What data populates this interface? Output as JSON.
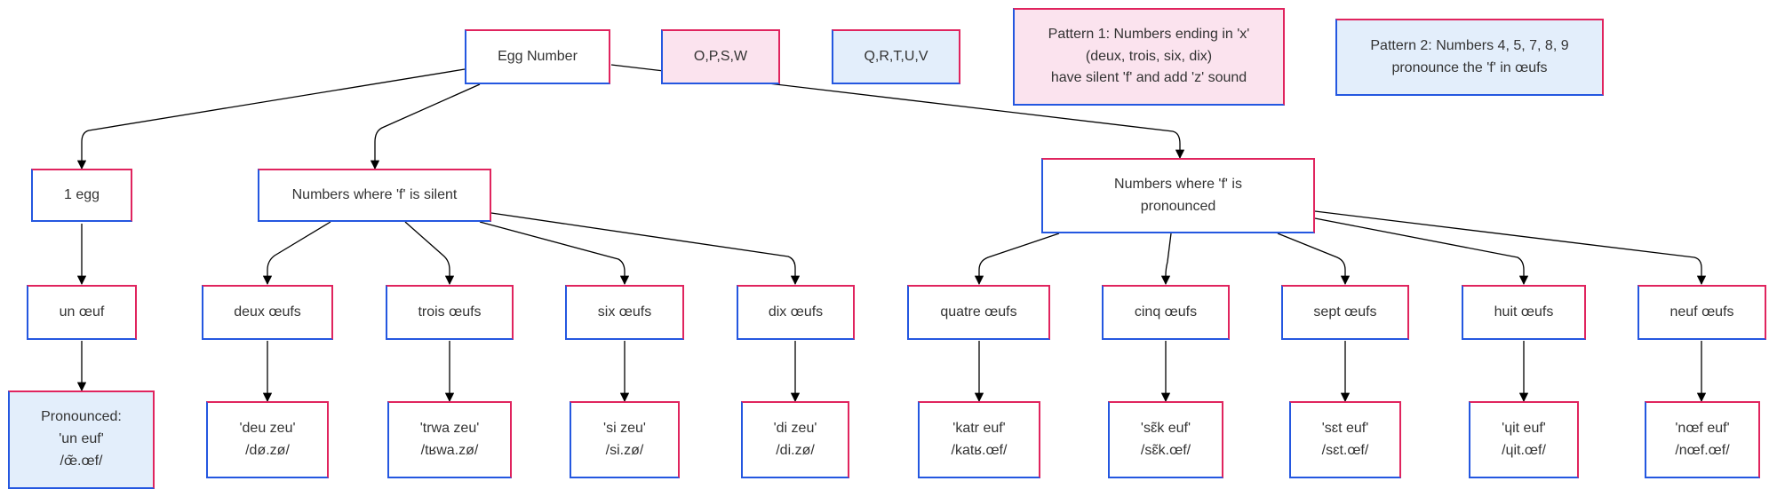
{
  "root": "Egg Number",
  "legend": {
    "pink_label": "O,P,S,W",
    "blue_label": "Q,R,T,U,V",
    "pattern1": [
      "Pattern 1: Numbers ending in 'x'",
      "(deux, trois, six, dix)",
      "have silent 'f' and add 'z' sound"
    ],
    "pattern2": [
      "Pattern 2: Numbers 4, 5, 7, 8, 9",
      "pronounce the 'f' in œufs"
    ]
  },
  "branches": {
    "one": {
      "label": "1 egg",
      "word": "un œuf",
      "pron": [
        "Pronounced:",
        "'un euf'",
        "/œ̃.œf/"
      ]
    },
    "silent": {
      "label": "Numbers where 'f' is silent",
      "items": [
        {
          "word": "deux œufs",
          "pron": [
            "'deu zeu'",
            "/dø.zø/"
          ]
        },
        {
          "word": "trois œufs",
          "pron": [
            "'trwa zeu'",
            "/tʁwa.zø/"
          ]
        },
        {
          "word": "six œufs",
          "pron": [
            "'si zeu'",
            "/si.zø/"
          ]
        },
        {
          "word": "dix œufs",
          "pron": [
            "'di zeu'",
            "/di.zø/"
          ]
        }
      ]
    },
    "pronounced": {
      "label": [
        "Numbers where 'f' is",
        "pronounced"
      ],
      "items": [
        {
          "word": "quatre œufs",
          "pron": [
            "'katr euf'",
            "/katʁ.œf/"
          ]
        },
        {
          "word": "cinq œufs",
          "pron": [
            "'sɛ̃k euf'",
            "/sɛ̃k.œf/"
          ]
        },
        {
          "word": "sept œufs",
          "pron": [
            "'sɛt euf'",
            "/sɛt.œf/"
          ]
        },
        {
          "word": "huit œufs",
          "pron": [
            "'ɥit euf'",
            "/ɥit.œf/"
          ]
        },
        {
          "word": "neuf œufs",
          "pron": [
            "'nœf euf'",
            "/nœf.œf/"
          ]
        }
      ]
    }
  },
  "colors": {
    "border_top_right": "#e0245e",
    "border_bottom_left": "#2457e0",
    "pink_fill": "#fbe3ee",
    "blue_fill": "#e3eefb",
    "edge": "#000000"
  }
}
